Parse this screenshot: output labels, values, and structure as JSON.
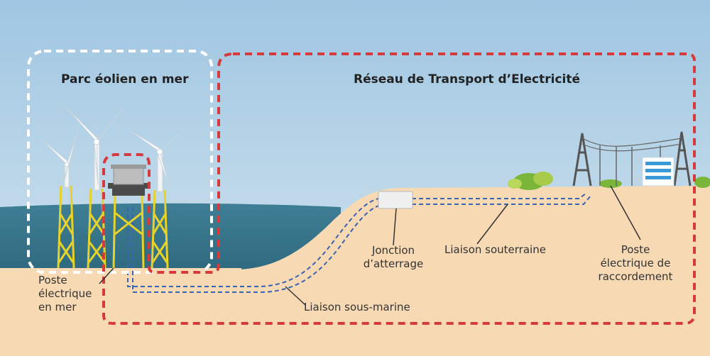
{
  "labels": {
    "zone_offshore": "Parc éolien en mer",
    "zone_network": "Réseau de Transport d’Electricité",
    "poste_mer_line1": "Poste",
    "poste_mer_line2": "électrique",
    "poste_mer_line3": "en mer",
    "jonction_line1": "Jonction",
    "jonction_line2": "d’atterrage",
    "liaison_souterraine": "Liaison souterraine",
    "liaison_sous_marine": "Liaison sous-marine",
    "poste_racc_line1": "Poste",
    "poste_racc_line2": "électrique de",
    "poste_racc_line3": "raccordement"
  },
  "colors": {
    "sky": "#9fc3df",
    "sea": "#3f7f95",
    "sand": "#f7d9b4",
    "offshore_border": "#ffffff",
    "network_border": "#d63a3a",
    "cable": "#3a63b0",
    "turbine_foundation": "#e7d22a",
    "vegetation": "#79b43a",
    "substation_accent": "#3a9ad9"
  }
}
